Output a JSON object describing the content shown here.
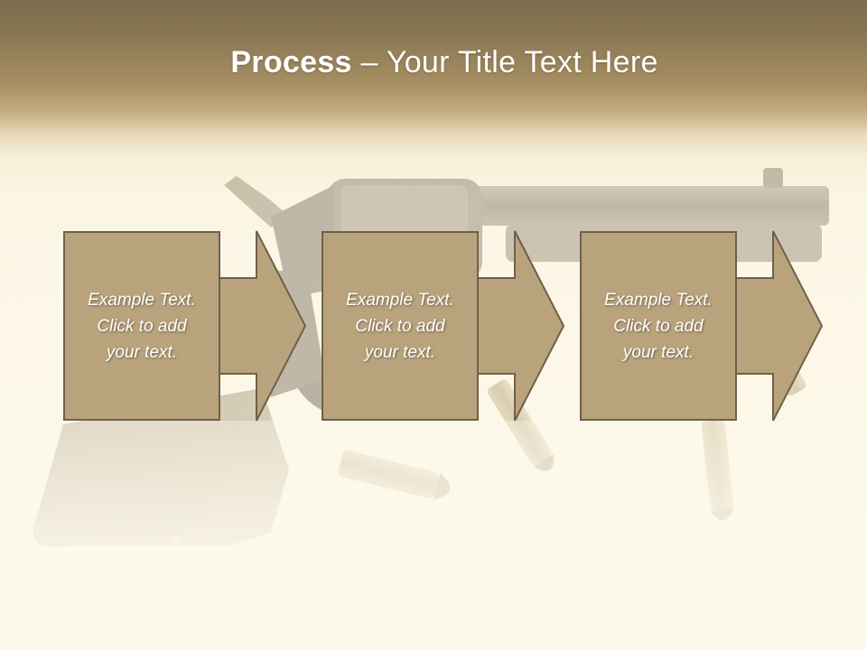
{
  "slide": {
    "title_bold": "Process",
    "title_rest": " – Your Title Text Here"
  },
  "steps": [
    {
      "line1": "Example Text.",
      "line2": "Click  to add",
      "line3": "your text."
    },
    {
      "line1": "Example Text.",
      "line2": "Click  to add",
      "line3": "your text."
    },
    {
      "line1": "Example Text.",
      "line2": "Click  to add",
      "line3": "your text."
    }
  ],
  "colors": {
    "header": "#8a7854",
    "box_fill": "#b9a37d",
    "box_border": "#6f6149",
    "background": "#fdf9ea"
  }
}
